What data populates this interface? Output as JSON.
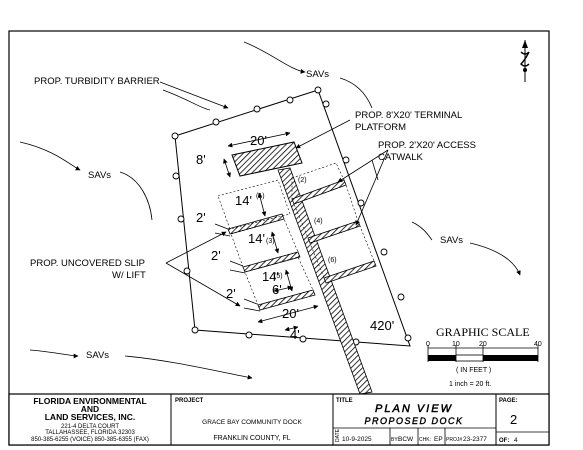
{
  "labels": {
    "turbidity": "PROP. TURBIDITY BARRIER",
    "terminal_line1": "PROP. 8'X20' TERMINAL",
    "terminal_line2": "PLATFORM",
    "catwalk_line1": "PROP. 2'X20' ACCESS",
    "catwalk_line2": "CATWALK",
    "slip_line1": "PROP. UNCOVERED SLIP",
    "slip_line2": "W/ LIFT",
    "savs": "SAVs"
  },
  "dimensions": {
    "platform_width": "20'",
    "platform_depth": "8'",
    "slip_spacing": "14'",
    "catwalk_width": "2'",
    "slip_6": "6'",
    "slip_20": "20'",
    "pier_4": "4'",
    "pier_length": "420'"
  },
  "slip_numbers": [
    "(1)",
    "(2)",
    "(3)",
    "(4)",
    "(5)",
    "(6)"
  ],
  "scale": {
    "title": "GRAPHIC SCALE",
    "ticks": [
      "0",
      "10",
      "20",
      "40"
    ],
    "unit_label": "( IN FEET )",
    "ratio": "1 inch = 20  ft."
  },
  "title_block": {
    "company_line1": "FLORIDA ENVIRONMENTAL",
    "company_line2": "AND",
    "company_line3": "LAND SERVICES, INC.",
    "address_line1": "221-4 DELTA COURT",
    "address_line2": "TALLAHASSEE, FLORIDA  32303",
    "phone": "850-385-6255 (VOICE)  850-385-6355 (FAX)",
    "project_label": "PROJECT",
    "project_name": "GRACE BAY COMMUNITY DOCK",
    "project_location": "FRANKLIN COUNTY, FL",
    "title_label": "TITLE",
    "title_line1": "PLAN VIEW",
    "title_line2": "PROPOSED DOCK",
    "date_label": "DATE",
    "date": "10-9-2025",
    "by_label": "BY:",
    "by": "BCW",
    "chk_label": "CHK:",
    "chk": "EP",
    "proj_label": "PROJ#",
    "proj": "23-2377",
    "page_label": "PAGE:",
    "page": "2",
    "of_label": "OF:",
    "of": "4"
  }
}
